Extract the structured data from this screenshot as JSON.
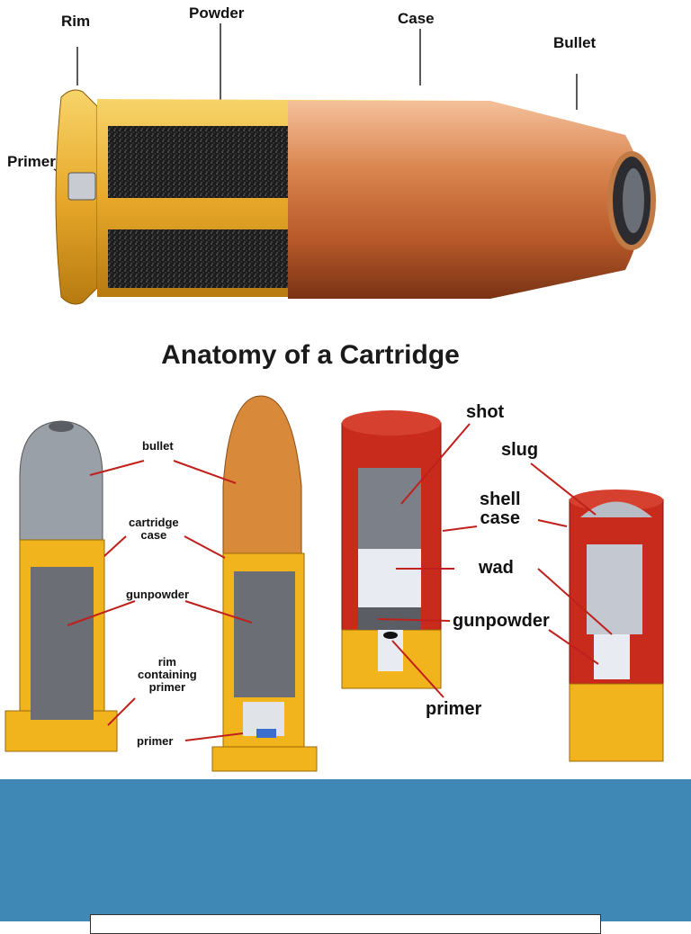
{
  "top_diagram": {
    "labels": {
      "rim": "Rim",
      "powder": "Powder",
      "case": "Case",
      "bullet": "Bullet",
      "primer": "Primer"
    },
    "title": "Anatomy of a Cartridge"
  },
  "rimfire": {
    "labels": {
      "bullet": "bullet",
      "cartridge_case": "cartridge\ncase",
      "gunpowder": "gunpowder",
      "rim": "rim\ncontaining\nprimer",
      "primer": "primer"
    }
  },
  "shotshell": {
    "labels": {
      "shot": "shot",
      "slug": "slug",
      "shell_case": "shell\ncase",
      "wad": "wad",
      "gunpowder": "gunpowder",
      "primer": "primer"
    }
  },
  "colors": {
    "band": "#3f88b6",
    "leader": "#c0201c",
    "brass": "#f2b41c",
    "copper": "#c9672f",
    "shell_red": "#c82a1c"
  }
}
